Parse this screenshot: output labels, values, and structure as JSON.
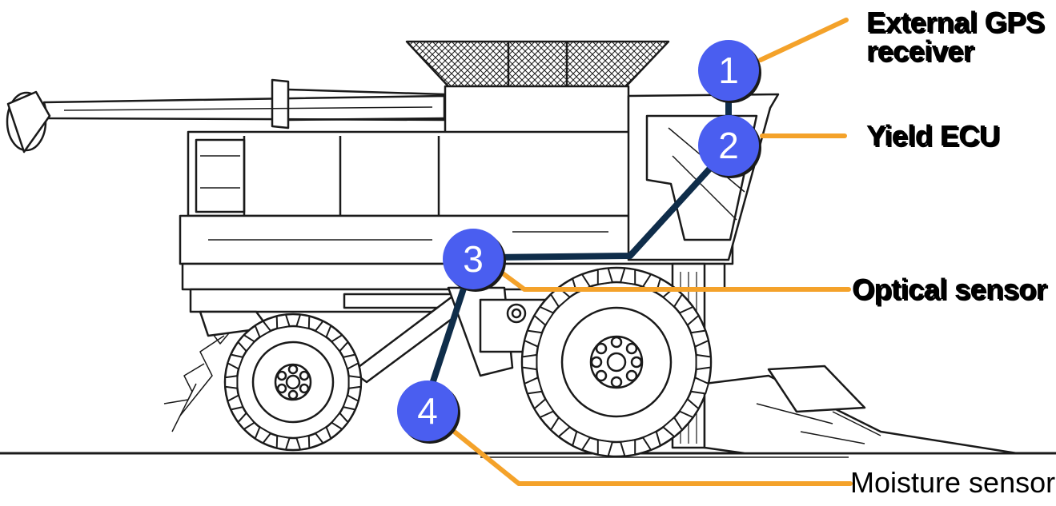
{
  "components": [
    {
      "number": "1",
      "label": "External GPS\nreceiver"
    },
    {
      "number": "2",
      "label": "Yield ECU"
    },
    {
      "number": "3",
      "label": "Optical sensor"
    },
    {
      "number": "4",
      "label": "Moisture sensor"
    }
  ],
  "colors": {
    "marker_fill": "#4a5ef0",
    "marker_text": "#ffffff",
    "connection_line": "#0f2d4a",
    "leader_line": "#f4a22a",
    "drawing_stroke": "#1a1a1a"
  }
}
